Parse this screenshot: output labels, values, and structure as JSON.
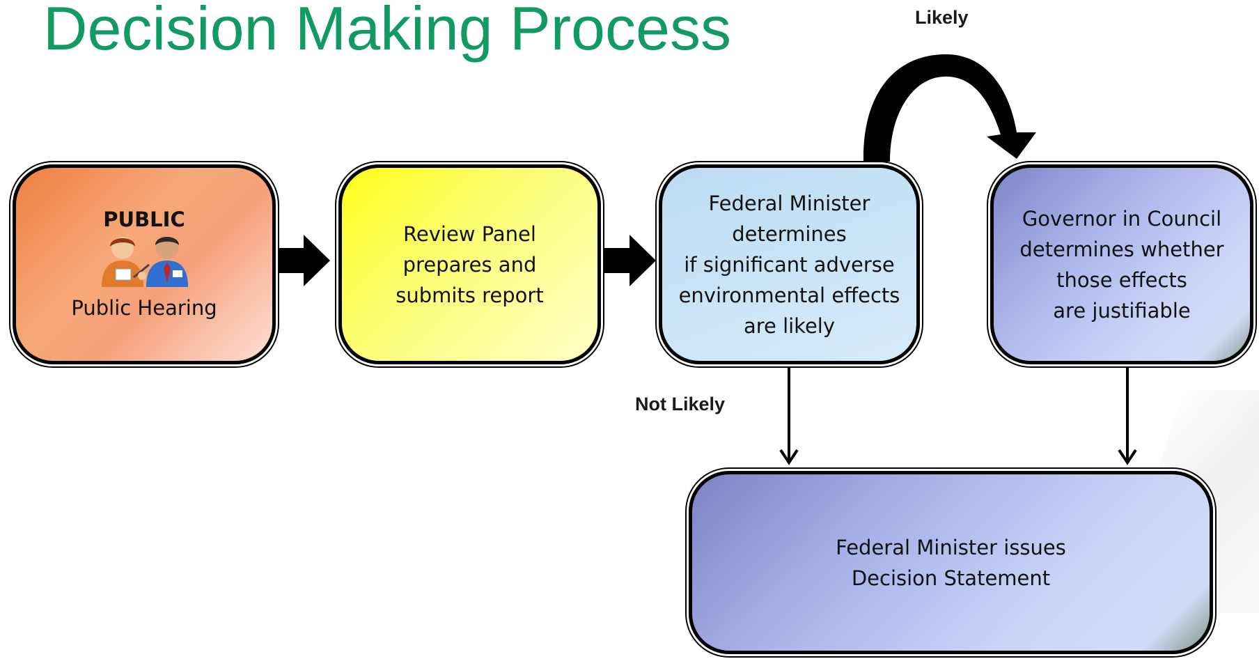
{
  "title": "Decision Making Process",
  "edge_labels": {
    "likely": "Likely",
    "not_likely": "Not Likely"
  },
  "boxes": {
    "public_hearing": {
      "heading": "PUBLIC",
      "text": "Public Hearing",
      "icon": "people-icon"
    },
    "review_panel": {
      "text": "Review Panel\nprepares and\nsubmits report"
    },
    "federal_minister": {
      "text": "Federal Minister\ndetermines\nif significant adverse\nenvironmental effects\nare likely"
    },
    "governor_in_council": {
      "text": "Governor in Council\ndetermines whether\nthose effects\nare justifiable"
    },
    "decision_statement": {
      "text": "Federal Minister issues\nDecision Statement"
    }
  },
  "colors": {
    "title": "#119a62",
    "public_box": "#f5a07a",
    "review_box": "#fdfd70",
    "federal_minister_box": "#cce5f8",
    "governor_box": "#aab3e9",
    "decision_box": "#aab3e9"
  }
}
